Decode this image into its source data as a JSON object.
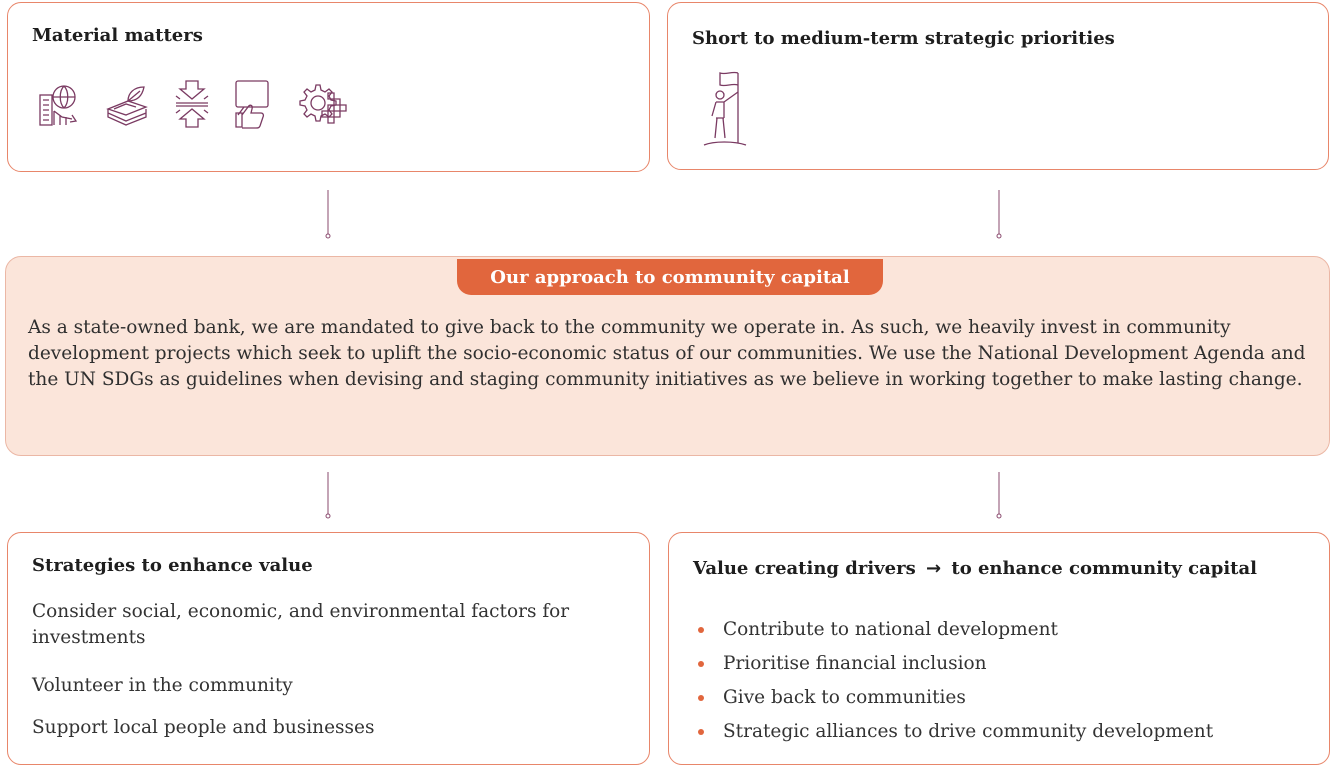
{
  "material_matters": {
    "title": "Material matters",
    "icons": [
      "globe-building-chart-icon",
      "money-stack-leaf-icon",
      "compress-arrows-icon",
      "thumbs-up-card-icon",
      "gear-grid-icon"
    ]
  },
  "strategic_priorities": {
    "title": "Short to medium-term strategic priorities",
    "icon": "person-with-flag-icon"
  },
  "approach": {
    "title": "Our approach to community capital",
    "body": "As a state-owned bank, we are mandated to give back to the community we operate in. As such, we heavily invest in community development projects which seek to uplift the socio-economic status of our communities. We use the National Development Agenda and the UN SDGs as guidelines when devising and staging community initiatives as we believe in working together to make lasting change."
  },
  "strategies": {
    "title": "Strategies to enhance value",
    "items": [
      "Consider social, economic, and environmental factors for investments",
      "Volunteer in the community",
      "Support local people and businesses"
    ]
  },
  "value_drivers": {
    "title_part1": "Value creating drivers",
    "arrow": "→",
    "title_part2": "to enhance community capital",
    "items": [
      "Contribute to national development",
      "Prioritise financial inclusion",
      "Give back to communities",
      "Strategic alliances to drive community development"
    ]
  },
  "colors": {
    "accent": "#e1663d",
    "border": "#e8866a",
    "approach_bg": "#fbe5da",
    "icon": "#7a3a62"
  }
}
